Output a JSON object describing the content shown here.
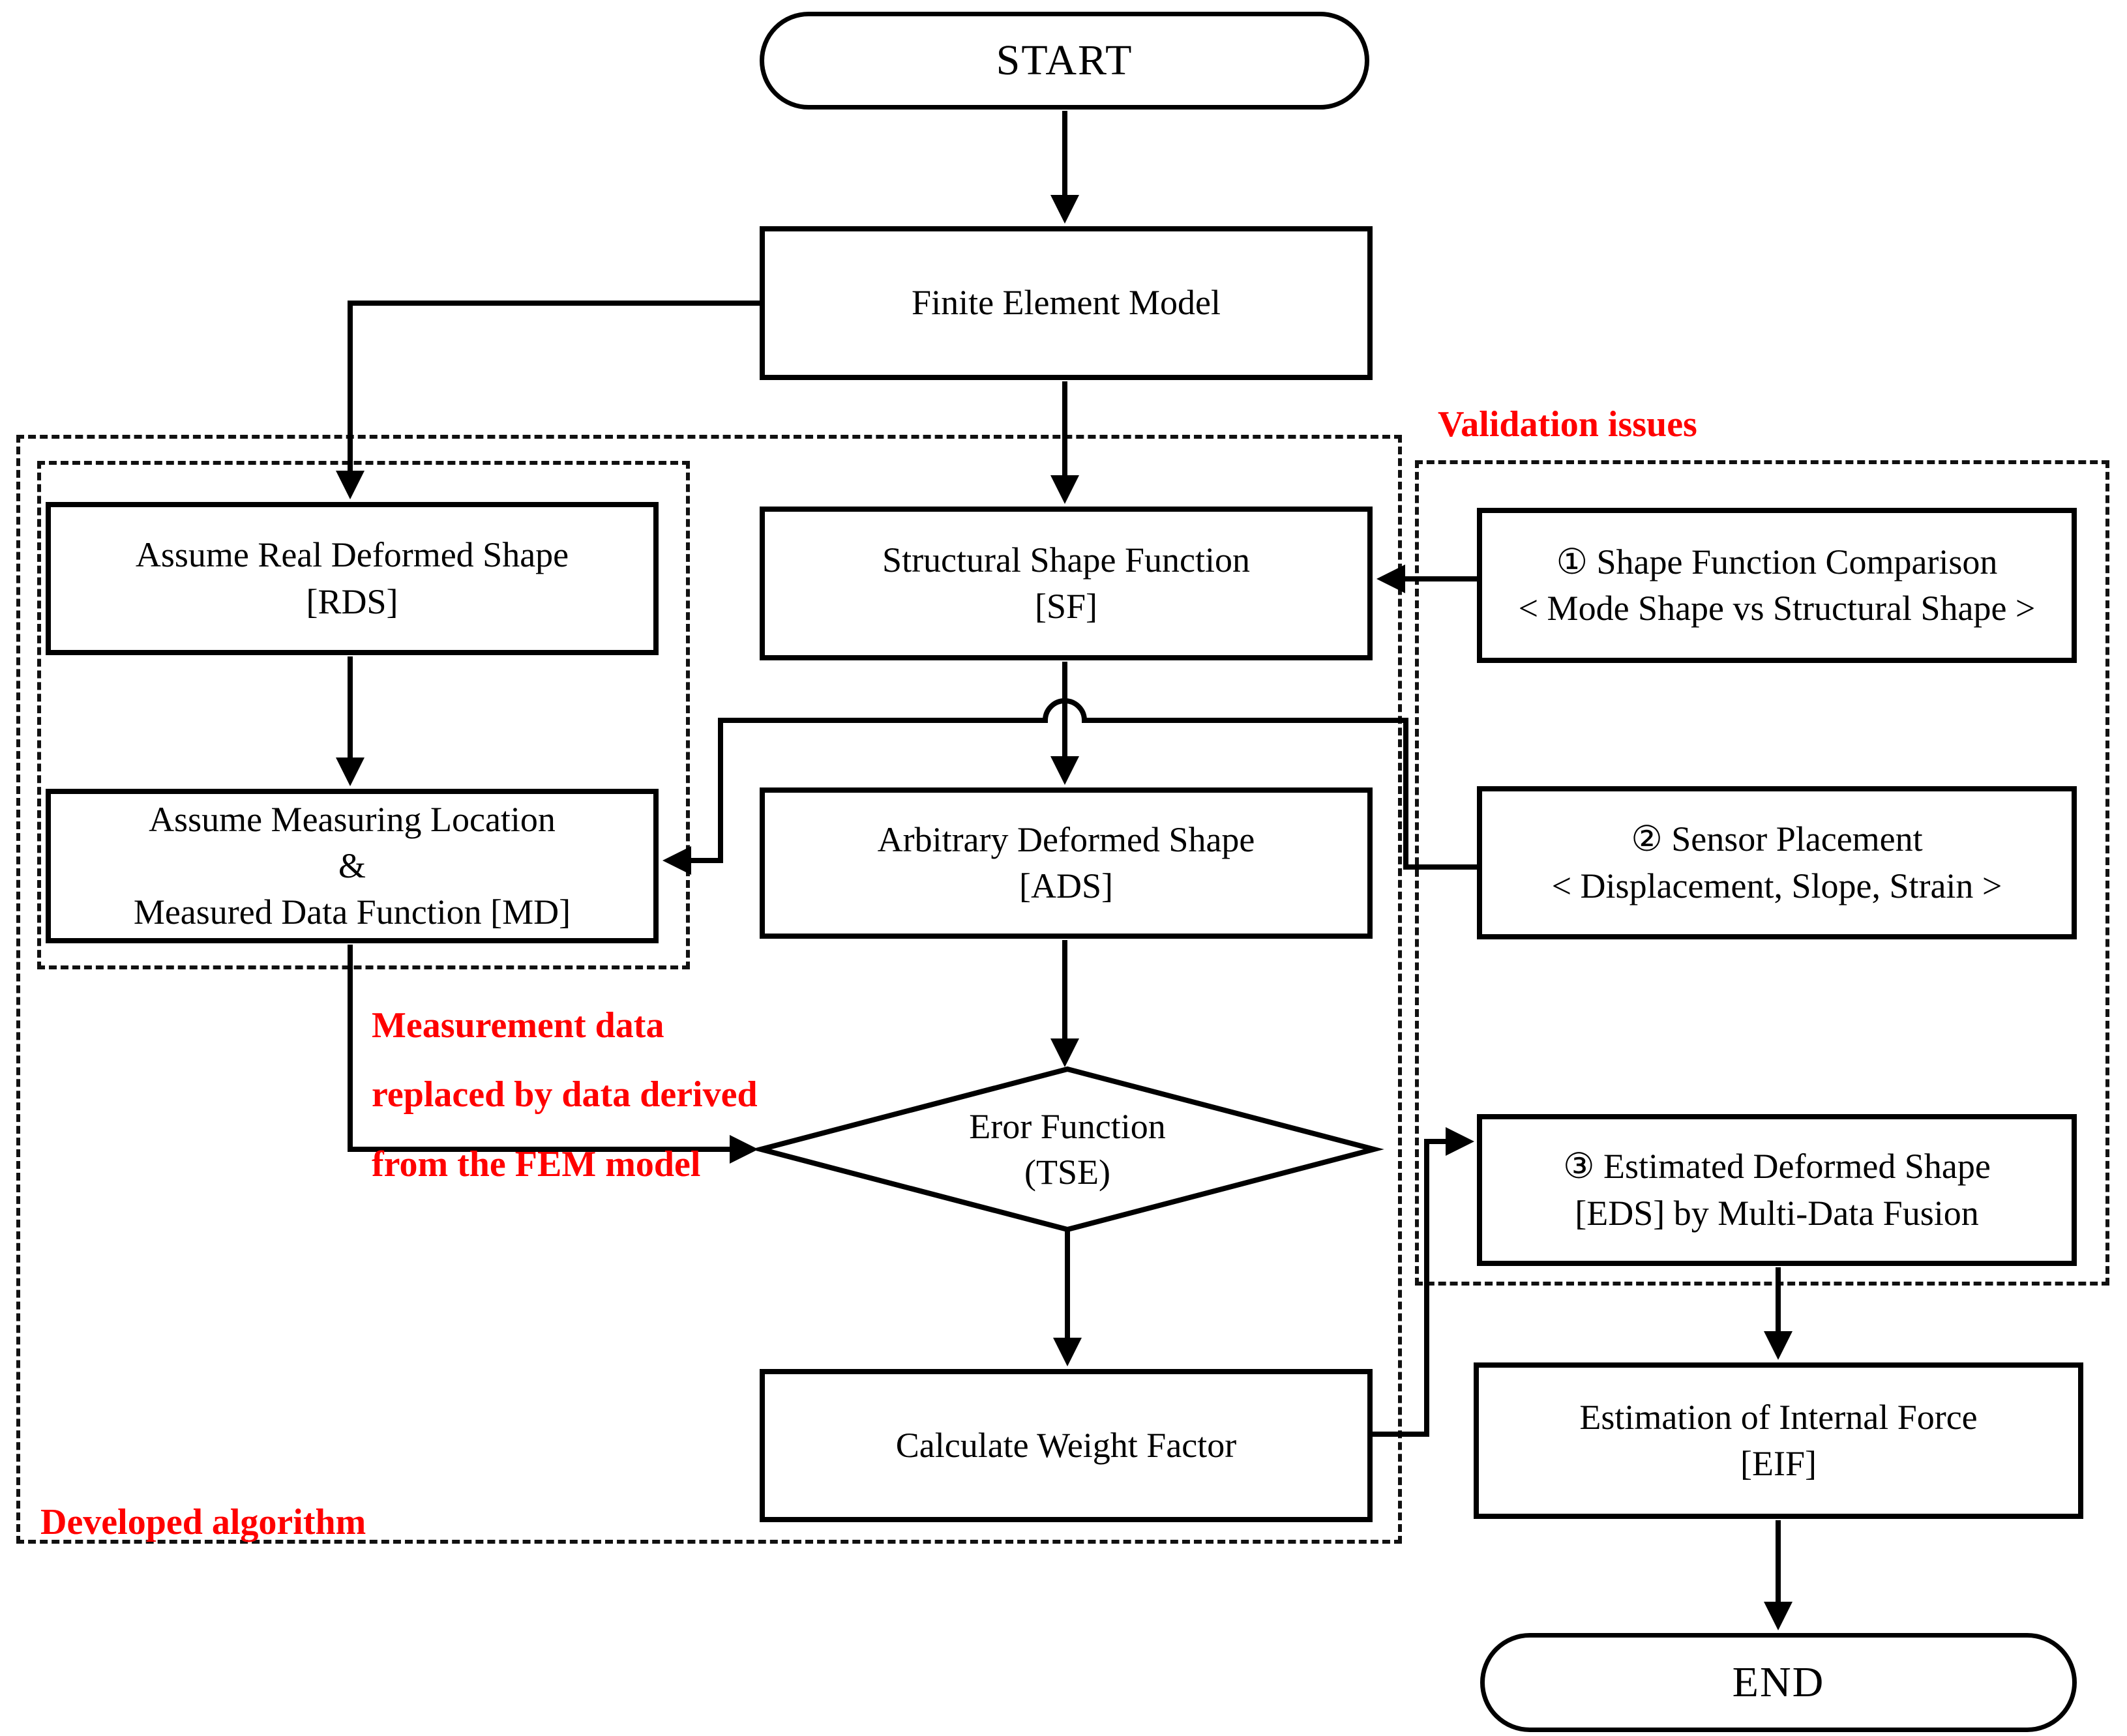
{
  "nodes": {
    "start": {
      "label": "START"
    },
    "fem": {
      "line1": "Finite Element Model"
    },
    "rds": {
      "line1": "Assume Real Deformed Shape",
      "line2": "[RDS]"
    },
    "sf": {
      "line1": "Structural Shape Function",
      "line2": "[SF]"
    },
    "shape_comparison": {
      "line1": "① Shape Function Comparison",
      "line2": "< Mode Shape vs Structural Shape >"
    },
    "md": {
      "line1": "Assume Measuring Location",
      "line2": "&",
      "line3": "Measured Data Function [MD]"
    },
    "ads": {
      "line1": "Arbitrary Deformed Shape",
      "line2": "[ADS]"
    },
    "sensor_placement": {
      "line1": "② Sensor Placement",
      "line2": "< Displacement, Slope, Strain >"
    },
    "error_function": {
      "line1": "Eror Function",
      "line2": "(TSE)"
    },
    "eds": {
      "line1": "③ Estimated Deformed Shape",
      "line2": "[EDS] by Multi-Data Fusion"
    },
    "cwf": {
      "line1": "Calculate Weight Factor"
    },
    "eif": {
      "line1": "Estimation of Internal Force",
      "line2": "[EIF]"
    },
    "end": {
      "label": "END"
    }
  },
  "annotations": {
    "validation_label": "Validation issues",
    "developed_label": "Developed algorithm",
    "measurement_note": {
      "line1": "Measurement data",
      "line2": "replaced by data derived",
      "line3": "from the FEM model"
    }
  },
  "colors": {
    "annotation_red": "#FF0000",
    "line_black": "#000000",
    "background": "#FFFFFF"
  }
}
